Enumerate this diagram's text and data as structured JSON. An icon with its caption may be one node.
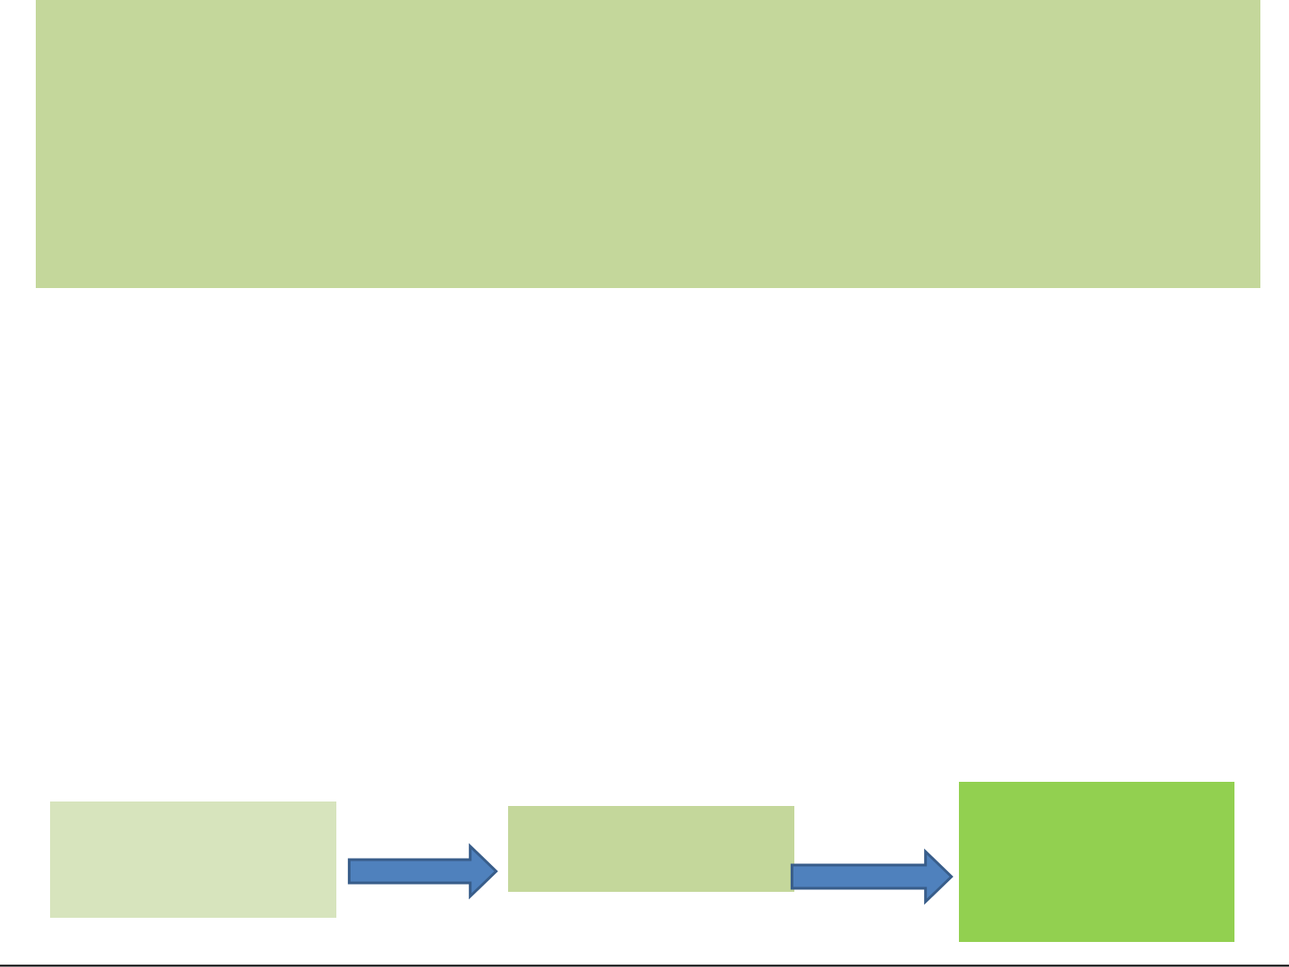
{
  "diagram": {
    "nodes": [
      {
        "text": [],
        "shape": "box"
      },
      {
        "text": [],
        "shape": "box"
      },
      {
        "text": [],
        "shape": "box"
      },
      {
        "text": [],
        "shape": "box"
      }
    ],
    "edges": [
      {
        "from": 1,
        "to": 2,
        "arrow": "to"
      },
      {
        "from": 2,
        "to": 3,
        "arrow": "to"
      }
    ]
  }
}
